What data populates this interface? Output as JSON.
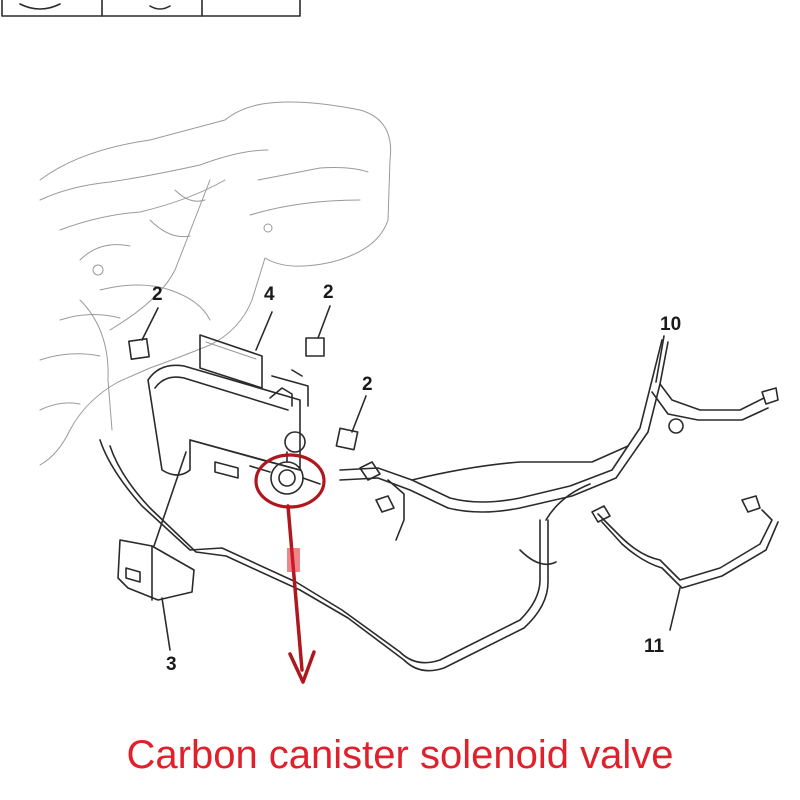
{
  "callouts": {
    "c2a": "2",
    "c2b": "2",
    "c2c": "2",
    "c3": "3",
    "c4": "4",
    "c10": "10",
    "c11": "11"
  },
  "caption": "Carbon canister solenoid valve",
  "colors": {
    "highlight": "#b0161d",
    "caption": "#e0202a",
    "line": "#2b2b2b"
  }
}
